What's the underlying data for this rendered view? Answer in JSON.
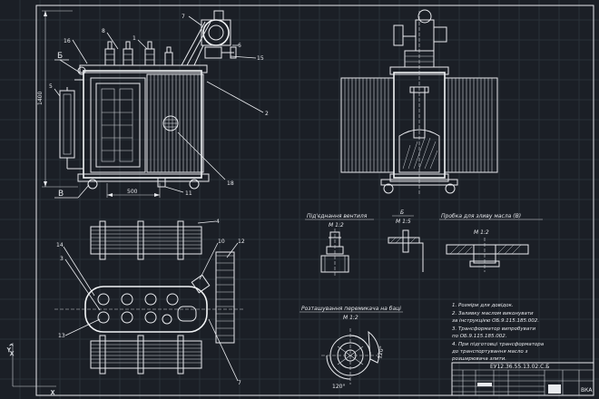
{
  "drawing": {
    "dimensions": {
      "height": "1400",
      "width": "500"
    },
    "callouts": {
      "c1": "1",
      "c2": "2",
      "c3": "3",
      "c4": "4",
      "c5": "5",
      "c6": "6",
      "c7": "7",
      "c8": "8",
      "c10": "10",
      "c11": "11",
      "c12": "12",
      "c13": "13",
      "c14": "14",
      "c15": "15",
      "c16": "16",
      "c18": "18",
      "c7b": "7"
    },
    "section_marks": {
      "b": "Б",
      "v": "В"
    },
    "detail_views": {
      "valve": {
        "title": "Під'єднання вентиля",
        "scale": "М 1:2"
      },
      "weld": {
        "title": "Б",
        "scale": "М 1:5"
      },
      "oil_drain": {
        "title": "Пробка для зливу масла (В)",
        "scale": "М 1:2"
      },
      "switch": {
        "title": "Розташування перемикача на баці",
        "scale": "М 1:2"
      }
    },
    "switch_angles": {
      "a1": "120°",
      "a2": "120°"
    },
    "notes": [
      "1. Розміри для довідок.",
      "2. Заливку маслом виконувати",
      "   за інструкцією ОБ.9.115.185.002.",
      "3. Трансформатор випробувати",
      "   по ОБ.9.115.185.002.",
      "4. При підготовці трансформатора",
      "   до транспортування масло з",
      "   розширювача злити."
    ],
    "title_block": {
      "code": "ЕУ12.36.55.13.02.С.Б",
      "sheet": "ВКА"
    }
  }
}
